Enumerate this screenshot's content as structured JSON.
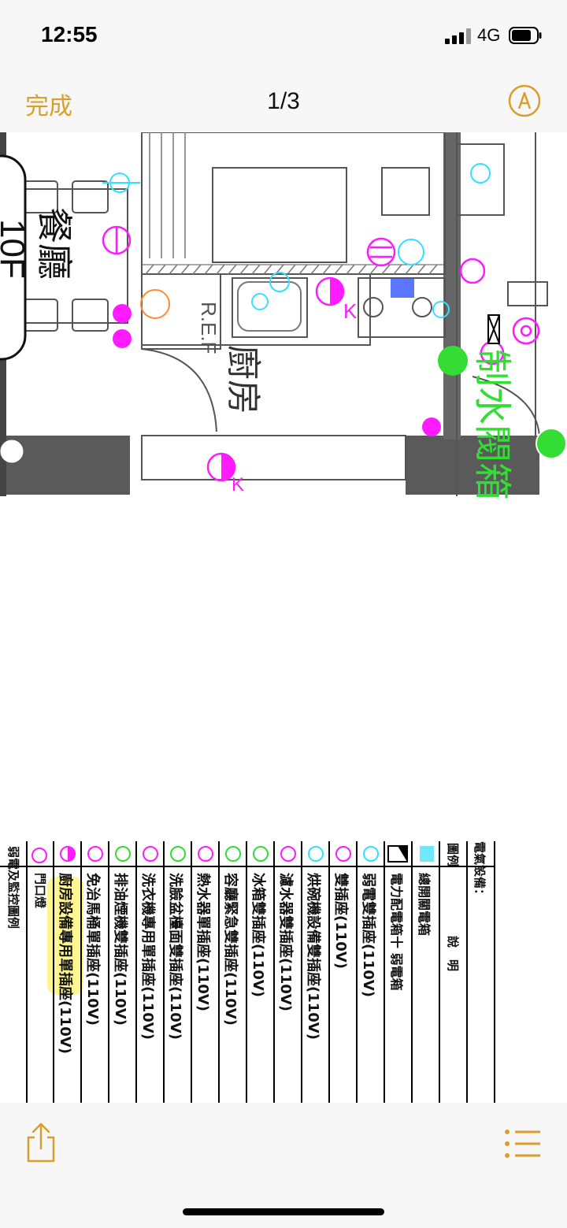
{
  "status": {
    "time": "12:55",
    "network": "4G"
  },
  "nav": {
    "done_label": "完成",
    "page_indicator": "1/3"
  },
  "plan": {
    "rooms": {
      "dining": "餐廳",
      "kitchen": "廚房",
      "meter_box": "制水閥箱"
    },
    "ref_label": "R.E.F",
    "k_labels": [
      "K",
      "K"
    ],
    "edge_fragment": "10F"
  },
  "legend": {
    "title": "電氣設備：",
    "col_symbol": "圖例",
    "col_desc": "說　明",
    "items": [
      "總開關電箱",
      "電力配電箱十 弱電箱",
      "弱電雙插座(110V)",
      "雙插座(110V)",
      "烘碗機設備雙插座(110V)",
      "濾水器雙插座(110V)",
      "冰箱雙插座(110V)",
      "容廳緊急雙插座(110V)",
      "熱水器單插座(110V)",
      "洗臉盆檯面雙插座(110V)",
      "洗衣機專用單插座(110V)",
      "排油煙機雙插座(110V)",
      "免治馬桶單插座(110V)",
      "廚房設備專用單插座(110V)",
      "門口燈",
      "弱電及監控圖例"
    ]
  },
  "colors": {
    "accent": "#d99e2b",
    "magenta": "#ff1aff",
    "cyan": "#33e0ff",
    "green": "#33dd33",
    "orange": "#ff8a33",
    "highlight": "#fff36b"
  }
}
